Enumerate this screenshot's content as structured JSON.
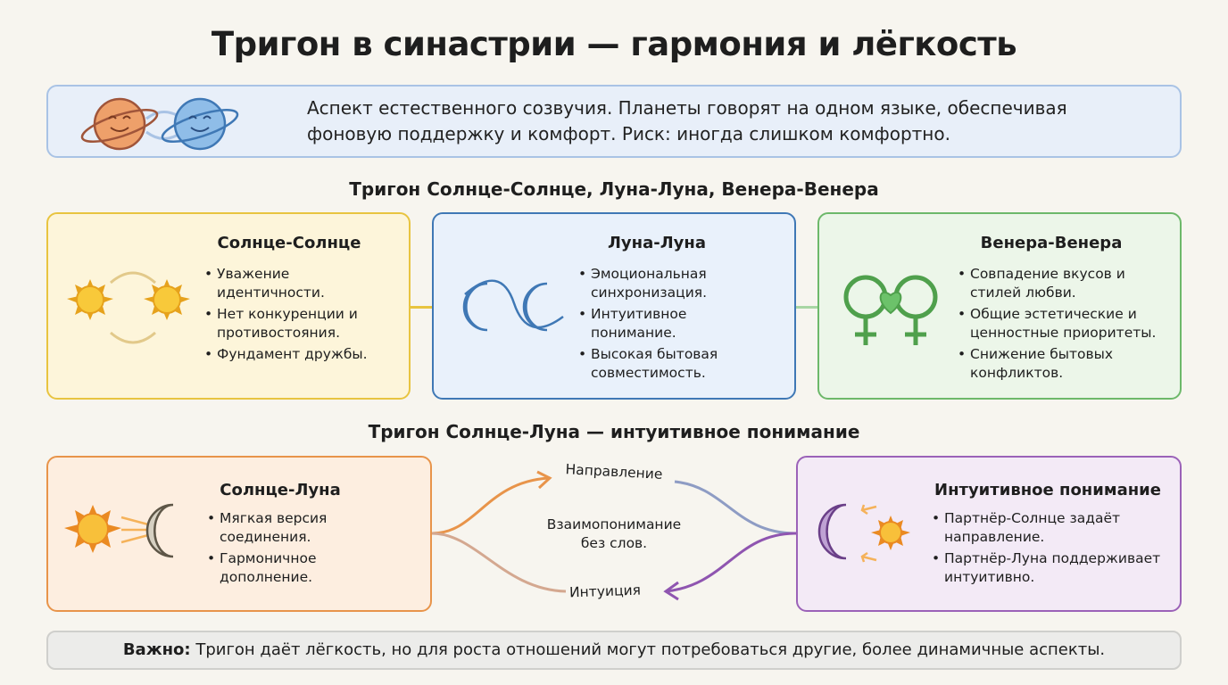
{
  "title": "Тригон в синастрии — гармония и лёгкость",
  "banner": {
    "line1": "Аспект естественного созвучия. Планеты говорят на одном языке, обеспечивая",
    "line2": "фоновую поддержку и комфорт. Риск: иногда слишком комфортно."
  },
  "section1": "Тригон Солнце-Солнце, Луна-Луна, Венера-Венера",
  "cards": [
    {
      "title": "Солнце-Солнце",
      "items": [
        "Уважение идентичности.",
        "Нет конкуренции и противостояния.",
        "Фундамент дружбы."
      ],
      "color": "#e8c440"
    },
    {
      "title": "Луна-Луна",
      "items": [
        "Эмоциональная синхронизация.",
        "Интуитивное понимание.",
        "Высокая бытовая совместимость."
      ],
      "color": "#3f78b5"
    },
    {
      "title": "Венера-Венера",
      "items": [
        "Совпадение вкусов и стилей любви.",
        "Общие эстетические и ценностные приоритеты.",
        "Снижение бытовых конфликтов."
      ],
      "color": "#6db86a"
    }
  ],
  "section2": "Тригон Солнце-Луна — интуитивное понимание",
  "sunmoon": {
    "title": "Солнце-Луна",
    "items": [
      "Мягкая версия соединения.",
      "Гармоничное дополнение."
    ]
  },
  "flow": {
    "top": "Направление",
    "middle1": "Взаимопонимание",
    "middle2": "без слов.",
    "bottom": "Интуиция"
  },
  "intuitive": {
    "title": "Интуитивное понимание",
    "items": [
      "Партнёр-Солнце задаёт направление.",
      "Партнёр-Луна поддерживает интуитивно."
    ]
  },
  "note": {
    "bold": "Важно:",
    "text": " Тригон даёт лёгкость, но для роста отношений могут потребоваться другие, более динамичные аспекты."
  }
}
